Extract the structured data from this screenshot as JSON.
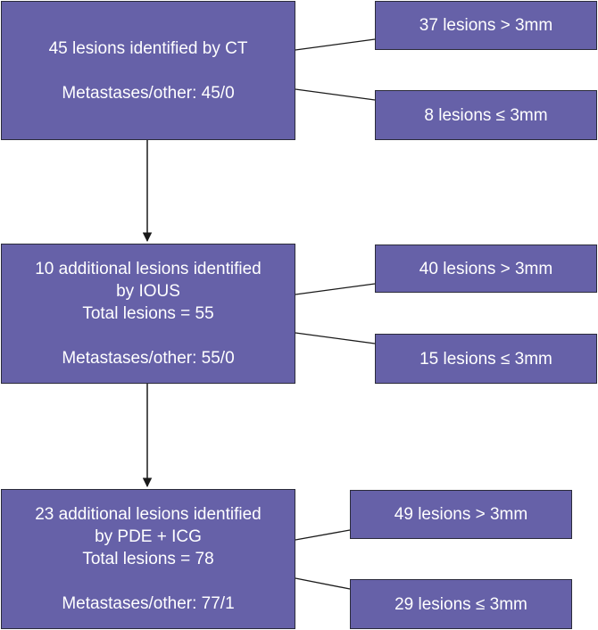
{
  "colors": {
    "box_fill": "#6661a8",
    "box_border": "#2b2b3a",
    "text": "#ffffff",
    "connector": "#1a1a1a"
  },
  "stages": [
    {
      "lines": [
        "45 lesions identified by CT"
      ],
      "summary": "Metastases/other: 45/0",
      "branches": [
        "37 lesions > 3mm",
        "8 lesions ≤ 3mm"
      ]
    },
    {
      "lines": [
        "10 additional lesions identified",
        "by IOUS",
        "Total lesions = 55"
      ],
      "summary": "Metastases/other: 55/0",
      "branches": [
        "40 lesions > 3mm",
        "15 lesions ≤ 3mm"
      ]
    },
    {
      "lines": [
        "23 additional lesions identified",
        "by PDE + ICG",
        "Total lesions = 78"
      ],
      "summary": "Metastases/other: 77/1",
      "branches": [
        "49 lesions > 3mm",
        "29 lesions ≤ 3mm"
      ]
    }
  ]
}
